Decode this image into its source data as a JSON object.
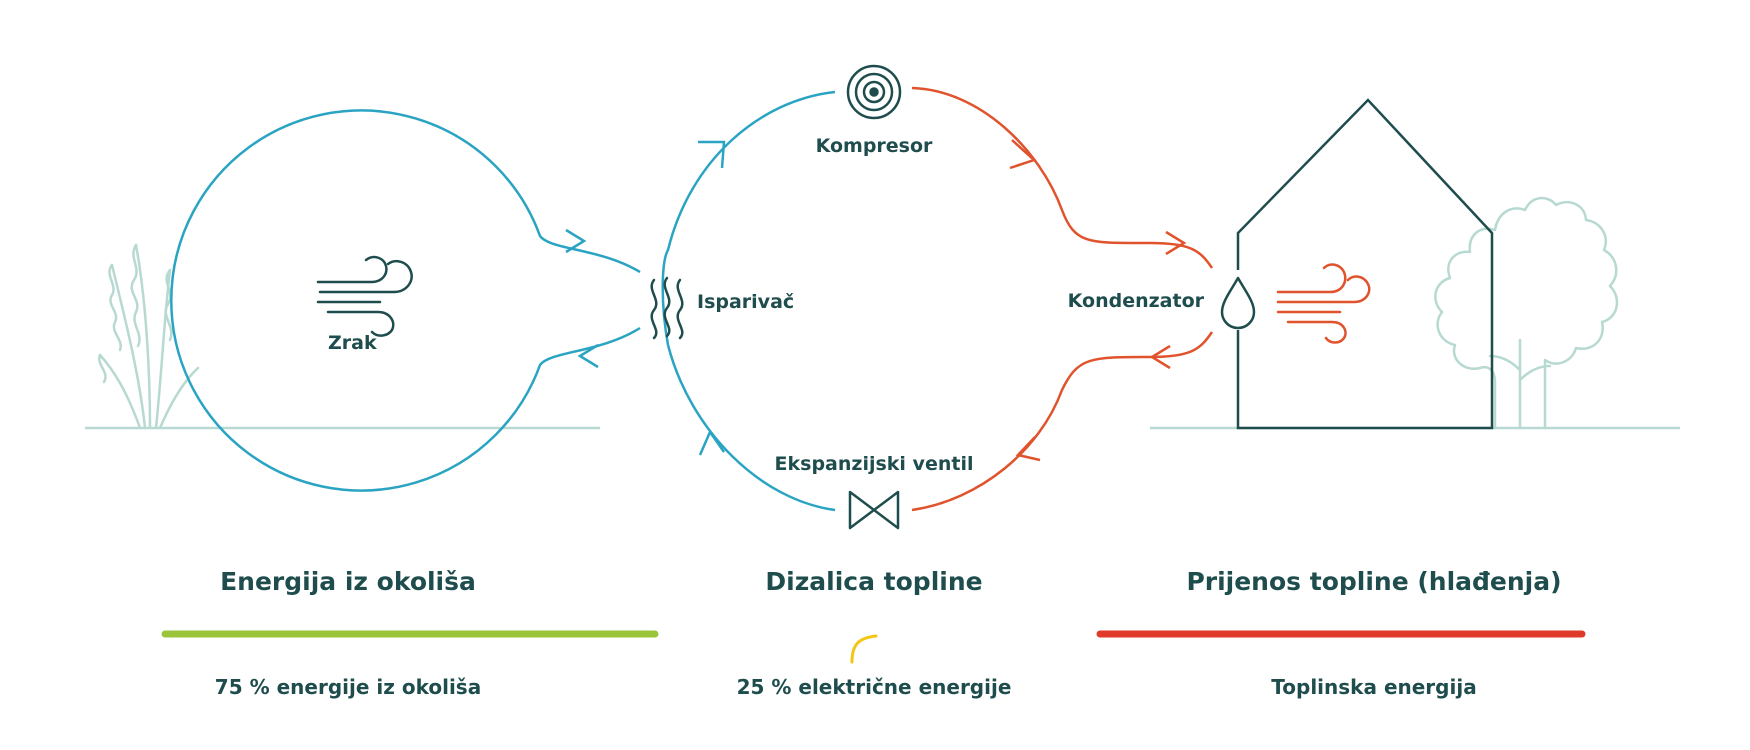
{
  "colors": {
    "blue": "#2aa4c2",
    "red": "#e0532c",
    "dark": "#1f4d4d",
    "light": "#b7d9d2",
    "green": "#9ac43a",
    "orange": "#ef8a2a",
    "redbar": "#df3a2a",
    "yellow": "#f3c516"
  },
  "icons": [
    "wind-icon",
    "heat-waves-icon",
    "target-icon",
    "drop-icon",
    "valve-icon",
    "wind-icon-red"
  ],
  "labels": {
    "air": "Zrak",
    "evaporator": "Isparivač",
    "compressor": "Kompresor",
    "condenser": "Kondenzator",
    "valve": "Ekspanzijski ventil"
  },
  "headings": {
    "left": "Energija iz okoliša",
    "center": "Dizalica topline",
    "right": "Prijenos topline (hlađenja)"
  },
  "bottom": {
    "left": "75 % energije iz okoliša",
    "center": "25 % električne energije",
    "right": "Toplinska energija"
  }
}
